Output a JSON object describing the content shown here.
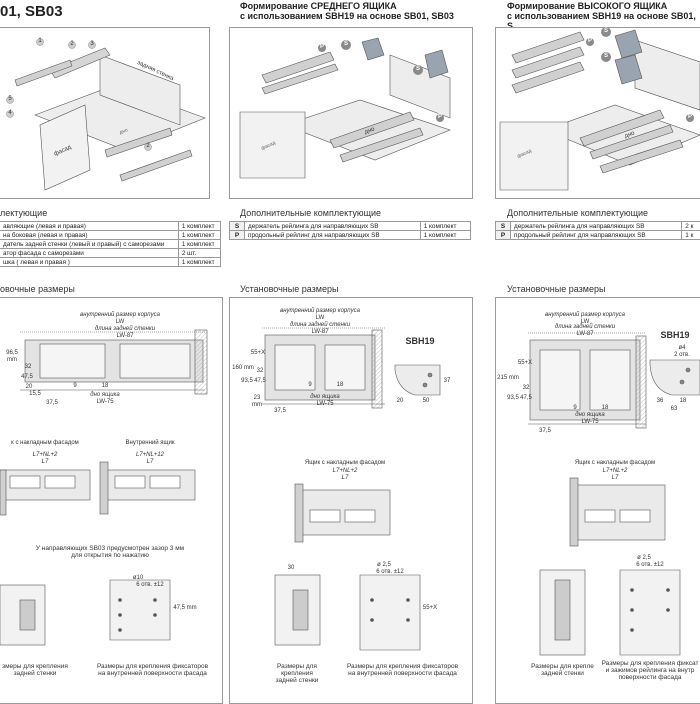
{
  "headers": {
    "col1_model": "01, SB03",
    "col2_line1": "Формирование СРЕДНЕГО ЯЩИКА",
    "col2_line2": "с использованием SBH19 на основе SB01, SB03",
    "col3_line1": "Формирование ВЫСОКОГО ЯЩИКА",
    "col3_line2": "с использованием SBH19 на основе SB01, S"
  },
  "sections": {
    "col1_accessories": "лектующие",
    "col2_accessories": "Дополнительные комплектующие",
    "col3_accessories": "Дополнительные комплектующие",
    "col1_install": "овочные размеры",
    "col2_install": "Установочные размеры",
    "col3_install": "Установочные размеры"
  },
  "parts_col1": [
    {
      "name": "авляющие (левая и правая)",
      "qty": "1 комплект"
    },
    {
      "name": "на боковая (левая и правая)",
      "qty": "1 комплект"
    },
    {
      "name": "датель задней стенки (левый и правый) с саморезами",
      "qty": "1 комплект"
    },
    {
      "name": "атор фасада с саморезами",
      "qty": "2 шт."
    },
    {
      "name": "шка ( левая и правая )",
      "qty": "1 комплект"
    }
  ],
  "parts_col2": [
    {
      "code": "S",
      "name": "держатель рейлинга для направляющих SB",
      "qty": "1 комплект"
    },
    {
      "code": "P",
      "name": "продольный рейлинг для направляющих SB",
      "qty": "1 комплект"
    }
  ],
  "parts_col3": [
    {
      "code": "S",
      "name": "держатель рейлинга для направляющих SB",
      "qty": "2 к"
    },
    {
      "code": "P",
      "name": "продольный рейлинг для направляющих SB",
      "qty": "1 к"
    }
  ],
  "drawer_labels": {
    "back_panel": "задняя стенка",
    "bottom": "дно",
    "front": "фасад"
  },
  "dims_col1": {
    "lw_title": "внутренний размер корпуса",
    "lw": "LW",
    "back_title": "длина задней стенки",
    "back_val": "LW-87",
    "bottom_title": "дно ящика",
    "bottom_val": "LW-75",
    "h1": "96,5 mm",
    "h2": "32",
    "h3": "47,5",
    "h4": "20",
    "h5": "15,5",
    "w1": "37,5",
    "w2": "9",
    "w3": "18",
    "overlay_caption": "к с накладным фасадом",
    "inner_caption": "Внутренний ящик",
    "l7_overlay": "L7+NL+2",
    "l7": "L7",
    "l7_inner": "L7+NL+12",
    "note_line1": "У направляющих SB03 предусмотрен зазор 3 мм",
    "note_line2": "для открытия по нажатию",
    "back_mount_line1": "змеры  для крепления",
    "back_mount_line2": "задней стенки",
    "front_mount_line1": "Размеры для крепления фиксаторов",
    "front_mount_line2": "на внутренней поверхности фасада",
    "hole_d": "ø10",
    "hole_depth": "6 отв. ±12",
    "h6": "47,5 mm"
  },
  "dims_col2": {
    "lw_title": "внутренний размер корпуса",
    "lw": "LW",
    "back_title": "длина задней стенки",
    "back_val": "LW-87",
    "bottom_title": "дно ящика",
    "bottom_val": "LW-75",
    "model": "SBH19",
    "h_total": "160 mm",
    "h1": "55+X",
    "h2": "32",
    "h3": "47,5",
    "h4": "93,5",
    "h5": "23 mm",
    "w1": "37,5",
    "w2": "9",
    "w3": "18",
    "sbh_w1": "20",
    "sbh_w2": "50",
    "sbh_h1": "37",
    "overlay_caption": "Ящик с накладным фасадом",
    "l7_overlay": "L7+NL+2",
    "l7": "L7",
    "back_mount_line1": "Размеры  для крепления",
    "back_mount_line2": "задней стенки",
    "front_mount_line1": "Размеры для крепления фиксаторов",
    "front_mount_line2": "на внутренней поверхности фасада",
    "hole_d": "ø 2,5",
    "hole_depth": "6 отв. ±12",
    "hole_h": "55+X",
    "small_w": "30"
  },
  "dims_col3": {
    "lw_title": "внутренний размер корпуса",
    "lw": "LW",
    "back_title": "длина задней стенки",
    "back_val": "LW-87",
    "bottom_title": "дно ящика",
    "bottom_val": "LW-75",
    "model": "SBH19",
    "h_total": "215 mm",
    "h1": "55+X",
    "h2": "32",
    "h3": "47,5",
    "h4": "93,5",
    "w1": "37,5",
    "w2": "9",
    "w3": "18",
    "sbh_hole": "ø4",
    "sbh_hole2": "2 отв.",
    "sbh_w1": "36",
    "sbh_w2": "18",
    "sbh_w3": "63",
    "overlay_caption": "Ящик с накладным фасадом",
    "l7_overlay": "L7+NL+2",
    "l7": "L7",
    "back_mount_line1": "Размеры  для крепле",
    "back_mount_line2": "задней стенки",
    "front_mount_line1": "Размеры для крепления фиксат",
    "front_mount_line2": "и зажимов рейлинга на внутр",
    "front_mount_line3": "поверхности фасада",
    "hole_d": "ø 2,5",
    "hole_depth": "6 отв. ±12"
  },
  "callouts": [
    "1",
    "2",
    "3",
    "4",
    "5"
  ],
  "markers": [
    "S",
    "P"
  ]
}
